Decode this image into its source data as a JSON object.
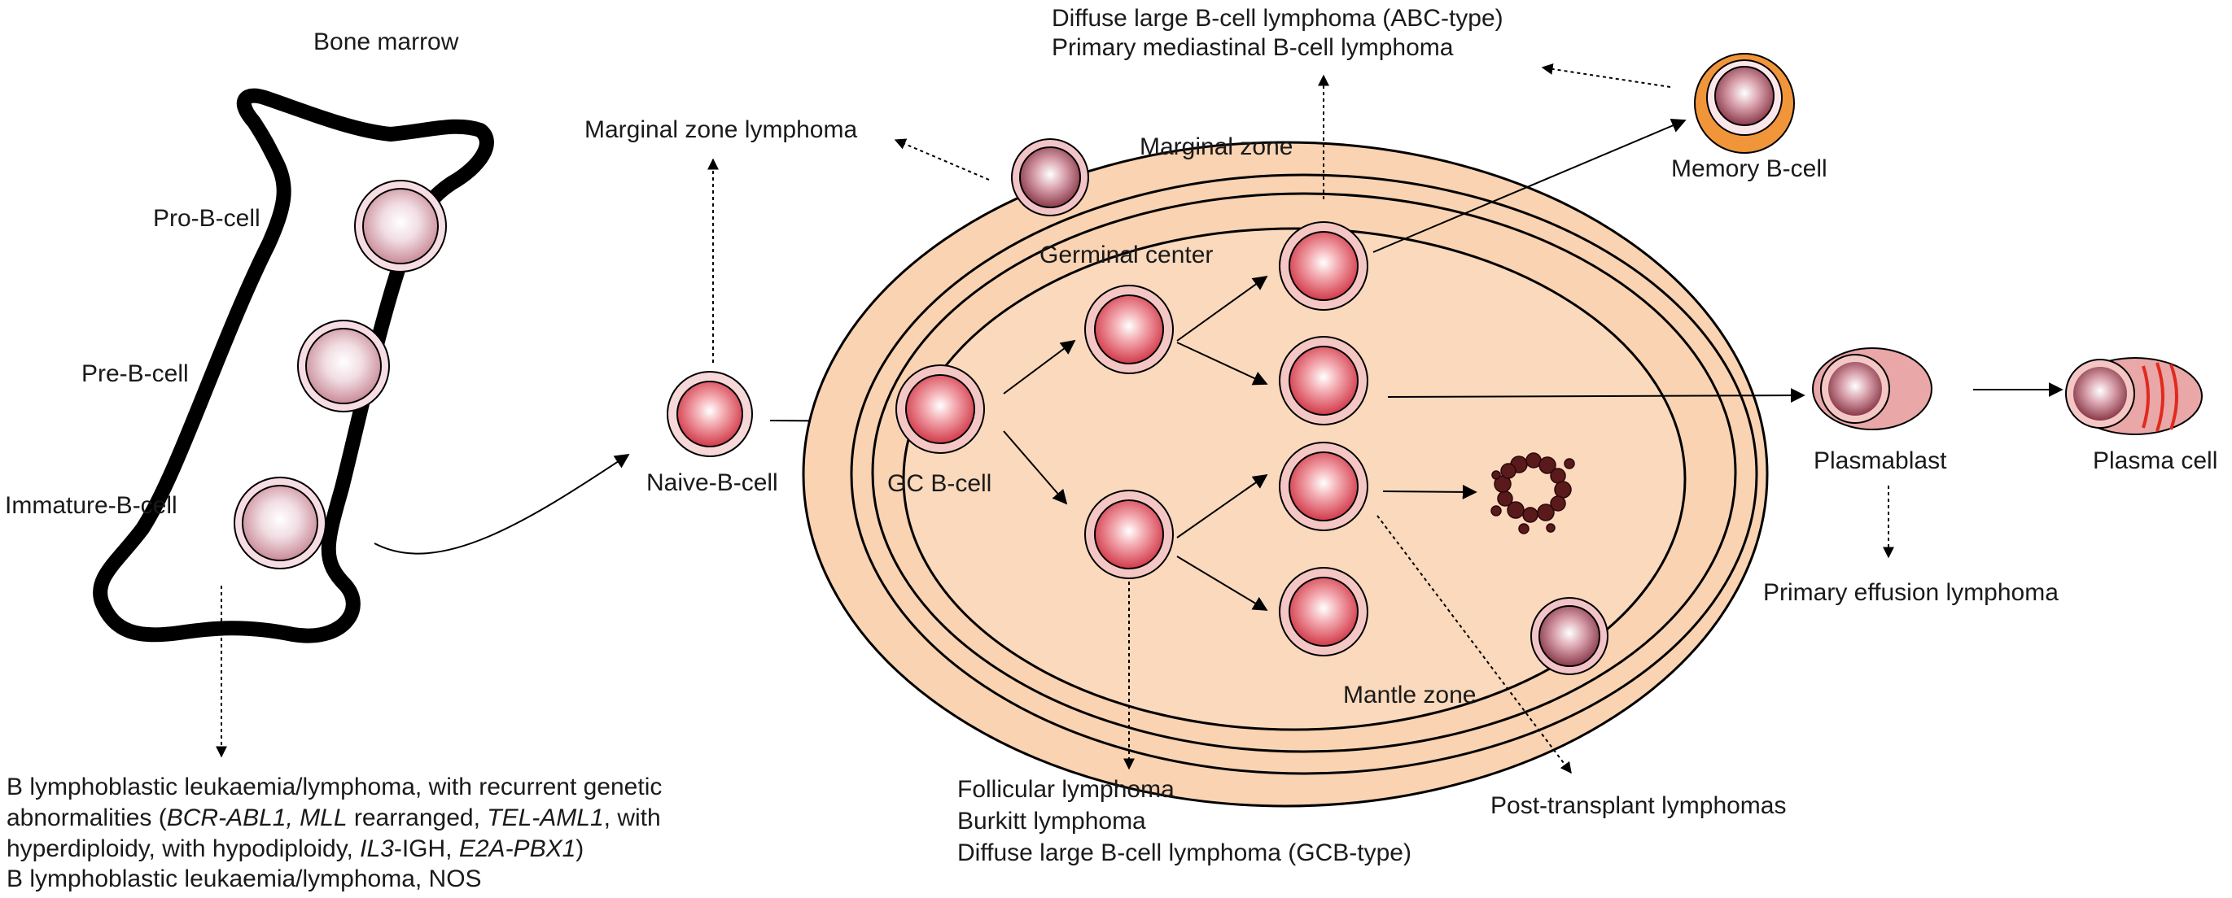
{
  "colors": {
    "node_outer": "#f7d2d2",
    "node_inner_pale": "#f4e0e6",
    "node_inner_red": "#e35a66",
    "lymph_outer": "#f9d3b2",
    "lymph_inner": "#fad9bc",
    "memory_ring": "#f0953a",
    "plasma_body": "#e9a7a7",
    "plasma_stripes": "#e02a1f",
    "apoptotic": "#5d1a1a",
    "bone_outline": "#000000"
  },
  "icons": {
    "cell": "b-cell-icon",
    "apoptotic": "apoptotic-cell-icon",
    "bone": "bone-marrow-icon"
  },
  "labels": {
    "bone_marrow": "Bone marrow",
    "pro_b": "Pro-B-cell",
    "pre_b": "Pre-B-cell",
    "immature_b": "Immature-B-cell",
    "naive_b": "Naive-B-cell",
    "gc_b": "GC B-cell",
    "germinal_center": "Germinal center",
    "marginal_zone": "Marginal zone",
    "mantle_zone": "Mantle zone",
    "memory_b": "Memory B-cell",
    "plasmablast": "Plasmablast",
    "plasma_cell": "Plasma cell"
  },
  "lymphomas": {
    "marginal_zone": "Marginal zone lymphoma",
    "abc_line1": "Diffuse large B-cell lymphoma (ABC-type)",
    "abc_line2": "Primary mediastinal B-cell lymphoma",
    "primary_effusion": "Primary effusion lymphoma",
    "post_transplant": "Post-transplant lymphomas",
    "gcb_line1": "Follicular lymphoma",
    "gcb_line2": "Burkitt lymphoma",
    "gcb_line3": "Diffuse large B-cell lymphoma (GCB-type)"
  },
  "leukaemia": {
    "line1": "B lymphoblastic leukaemia/lymphoma, with recurrent genetic",
    "line2_a": "abnormalities (",
    "line2_b": "BCR-ABL1, MLL",
    "line2_c": " rearranged, ",
    "line2_d": "TEL-AML1",
    "line2_e": ", with",
    "line3_a": "hyperdiploidy, with hypodiploidy, ",
    "line3_b": "IL3",
    "line3_c": "-IGH, ",
    "line3_d": "E2A-PBX1",
    "line3_e": ")",
    "line4": "B lymphoblastic leukaemia/lymphoma, NOS"
  }
}
